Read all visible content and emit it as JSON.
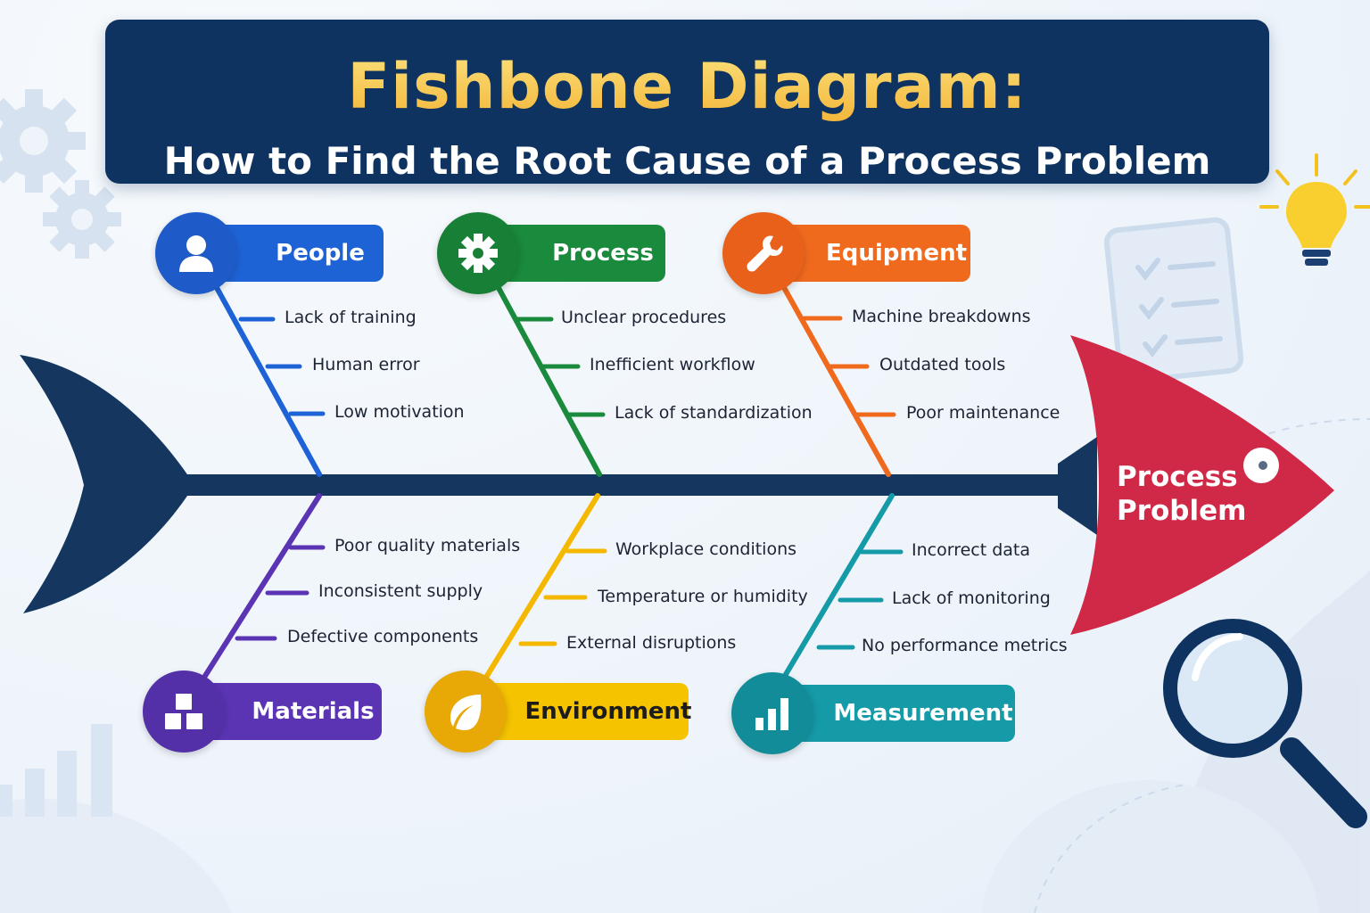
{
  "header": {
    "title": "Fishbone Diagram:",
    "subtitle": "How to Find the Root Cause of a Process Problem"
  },
  "problem": {
    "label_line1": "Process",
    "label_line2": "Problem",
    "color": "#d02847"
  },
  "categories": {
    "people": {
      "label": "People",
      "icon": "person-icon",
      "color": "#1e63d6",
      "causes": [
        "Lack of training",
        "Human error",
        "Low motivation"
      ]
    },
    "process": {
      "label": "Process",
      "icon": "gear-icon",
      "color": "#1a8a3c",
      "causes": [
        "Unclear procedures",
        "Inefficient workflow",
        "Lack of standardization"
      ]
    },
    "equipment": {
      "label": "Equipment",
      "icon": "wrench-icon",
      "color": "#f06a1e",
      "causes": [
        "Machine breakdowns",
        "Outdated tools",
        "Poor maintenance"
      ]
    },
    "materials": {
      "label": "Materials",
      "icon": "boxes-icon",
      "color": "#5b34b4",
      "causes": [
        "Poor quality materials",
        "Inconsistent supply",
        "Defective components"
      ]
    },
    "environment": {
      "label": "Environment",
      "icon": "leaf-icon",
      "color": "#f5b800",
      "causes": [
        "Workplace conditions",
        "Temperature or humidity",
        "External disruptions"
      ]
    },
    "measurement": {
      "label": "Measurement",
      "icon": "bar-chart-icon",
      "color": "#159aa8",
      "causes": [
        "Incorrect data",
        "Lack of monitoring",
        "No performance metrics"
      ]
    }
  },
  "decorations": [
    "gear-icon",
    "lightbulb-icon",
    "checklist-icon",
    "magnifier-icon",
    "bar-chart-icon"
  ]
}
